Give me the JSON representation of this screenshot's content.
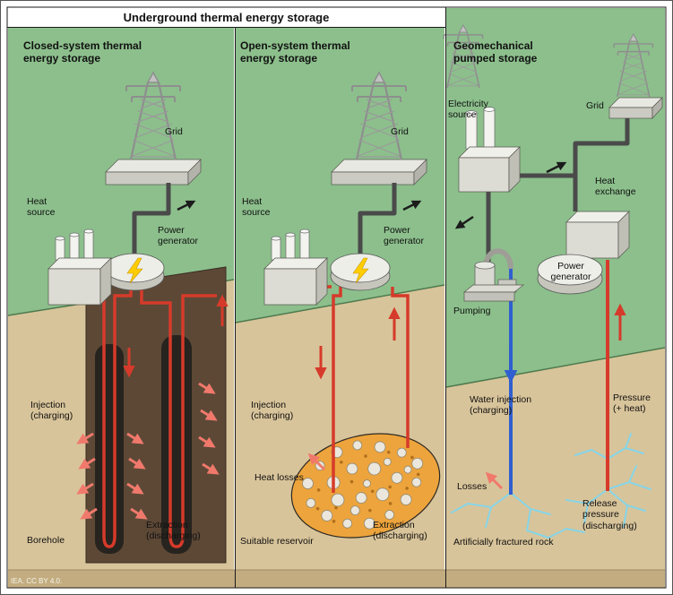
{
  "title": "Underground thermal energy storage",
  "credit": "IEA. CC BY 4.0.",
  "panels": {
    "closed": {
      "heading": "Closed-system thermal\nenergy storage",
      "labels": {
        "grid": "Grid",
        "heat_source": "Heat\nsource",
        "power_generator": "Power\ngenerator",
        "injection": "Injection\n(charging)",
        "extraction": "Extraction\n(discharging)",
        "borehole": "Borehole"
      }
    },
    "open": {
      "heading": "Open-system thermal\nenergy storage",
      "labels": {
        "grid": "Grid",
        "heat_source": "Heat\nsource",
        "power_generator": "Power\ngenerator",
        "injection": "Injection\n(charging)",
        "heat_losses": "Heat losses",
        "extraction": "Extraction\n(discharging)",
        "reservoir": "Suitable reservoir"
      }
    },
    "geo": {
      "heading": "Geomechanical\npumped storage",
      "labels": {
        "electricity_source": "Electricity\nsource",
        "grid": "Grid",
        "heat_exchange": "Heat\nexchange",
        "power_generator": "Power\ngenerator",
        "pumping": "Pumping",
        "water_injection": "Water injection\n(charging)",
        "pressure": "Pressure\n(+ heat)",
        "losses": "Losses",
        "release_pressure": "Release\npressure\n(discharging)",
        "fractured_rock": "Artificially fractured rock"
      }
    }
  },
  "colors": {
    "grass": "#8cbf8c",
    "ground": "#d8c49a",
    "ground_dark": "#c3ad80",
    "soil_dark": "#5d4836",
    "borehole_black": "#27231e",
    "pipe_red": "#d63a2a",
    "arrow_salmon": "#f0796c",
    "pipe_blue": "#2f5fd0",
    "crack_blue": "#86d5e8",
    "reservoir_orange": "#eda43c",
    "structure_gray": "#dcdcd4",
    "cable_dark": "#4a4a4a",
    "lightning_yellow": "#ffcd00"
  }
}
